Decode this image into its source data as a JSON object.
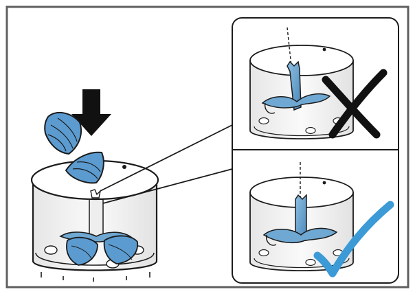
{
  "figure": {
    "kind": "assembly-instruction-illustration",
    "panels": [
      {
        "id": "wrong",
        "verdict": "incorrect",
        "mark_icon": "cross-mark-icon"
      },
      {
        "id": "right",
        "verdict": "correct",
        "mark_icon": "check-mark-icon"
      }
    ],
    "colors": {
      "frame": "#5f5f5f",
      "outline": "#1b1b1b",
      "bowl_fill": "#f4f4f4",
      "lid_fill": "#ffffff",
      "blade_blue": "#6fa8d2",
      "blade_blue_dark": "#3f7eb0",
      "food_blue": "#5b9bd0",
      "check_blue": "#3c9ad6",
      "cross_black": "#111111",
      "arrow_black": "#111111"
    }
  }
}
